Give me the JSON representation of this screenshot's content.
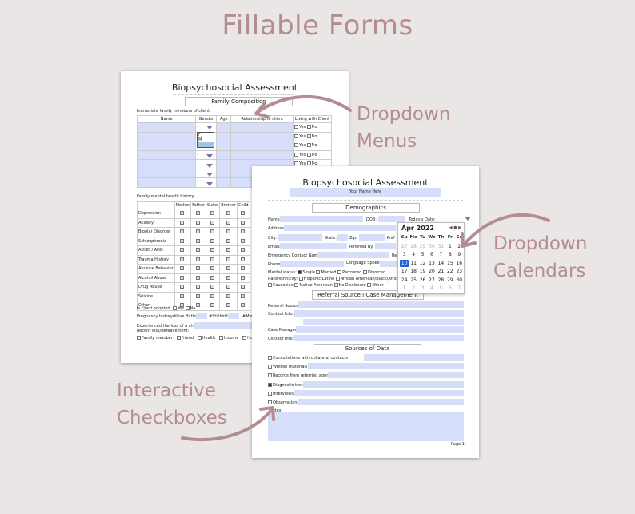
{
  "headline": "Fillable Forms",
  "callouts": {
    "dropdown_menus": [
      "Dropdown",
      "Menus"
    ],
    "dropdown_calendars": [
      "Dropdown",
      "Calendars"
    ],
    "interactive_checkboxes": [
      "Interactive",
      "Checkboxes"
    ]
  },
  "page1": {
    "title": "Biopsychosocial Assessment",
    "section": "Family Composition",
    "immediate_label": "Immediate family members of client:",
    "table_headers": [
      "Name",
      "Gender",
      "Age",
      "Relationship to client",
      "Living with Client"
    ],
    "gender_value": "-",
    "dropdown_options": [
      "F",
      "M",
      ""
    ],
    "yes": "Yes",
    "no": "No",
    "mental_label": "Family mental health history:",
    "mh_headers": [
      "Mother",
      "Father",
      "Sister",
      "Brother",
      "Child"
    ],
    "mh_rows": [
      "Depression",
      "Anxiety",
      "Bipolar Disorder",
      "Schizophrenia",
      "ADHD / ADD",
      "Trauma History",
      "Abusive Behavior",
      "Alcohol Abuse",
      "Drug Abuse",
      "Suicide",
      "Other"
    ],
    "adopted_label": "Is client adopted",
    "pregnancy_label": "Pregnancy history:",
    "live_births": "#Live Births",
    "stillbirths": "#Stillbirths",
    "misc": "#Misc",
    "loss_label": "Experienced the loss of a child:",
    "recent_loss": "Recent loss/bereavement:",
    "loss_options": [
      "Family member",
      "Friend",
      "Health",
      "Income",
      "Housing"
    ]
  },
  "page2": {
    "title": "Biopsychosocial Assessment",
    "name_here": "Your Name Here",
    "sec_demographics": "Demographics",
    "f_name": "Name:",
    "f_dob": "DOB:",
    "f_today": "Today's Date:",
    "f_address": "Address:",
    "f_city": "City:",
    "f_state": "State:",
    "f_zip": "Zip:",
    "f_pref": "Pref",
    "f_email": "Email:",
    "f_referred": "Referred By:",
    "f_emergency": "Emergency Contact Name:",
    "f_re": "Re",
    "f_phone": "Phone:",
    "f_language": "Language Spoken:",
    "marital_label": "Marital status:",
    "marital": [
      "Single",
      "Married",
      "Partnered",
      "Divorced"
    ],
    "race_label": "Race/ethnicity:",
    "race": [
      "Hispanic/Latino",
      "African American/Black/African/C"
    ],
    "race2": [
      "Caucasian",
      "Native American",
      "No Disclosure",
      "Other"
    ],
    "sec_referral": "Referral Source I Case Management",
    "f_referral_source": "Referral Source:",
    "f_contact_info": "Contact Info:",
    "f_case_manager": "Case Manager:",
    "f_contact_info2": "Contact Info:",
    "sec_sources": "Sources of Data",
    "sources": [
      "Consultations with collateral contacts",
      "Written materials",
      "Records from referring agency",
      "Diagnostic tests",
      "Interviews",
      "Observations"
    ],
    "sources_checked": [
      false,
      false,
      false,
      true,
      false,
      false
    ],
    "notes_label": "Notes:",
    "page_num": "Page 1"
  },
  "calendar": {
    "month": "Apr 2022",
    "nav": "◀ ● ▶",
    "dow": [
      "Su",
      "Mo",
      "Tu",
      "We",
      "Th",
      "Fr",
      "Sa"
    ],
    "weeks": [
      [
        "27",
        "28",
        "29",
        "30",
        "31",
        "1",
        "2"
      ],
      [
        "3",
        "4",
        "5",
        "6",
        "7",
        "8",
        "9"
      ],
      [
        "10",
        "11",
        "12",
        "13",
        "14",
        "15",
        "16"
      ],
      [
        "17",
        "18",
        "19",
        "20",
        "21",
        "22",
        "23"
      ],
      [
        "24",
        "25",
        "26",
        "27",
        "28",
        "29",
        "30"
      ],
      [
        "1",
        "2",
        "3",
        "4",
        "5",
        "6",
        "7"
      ]
    ],
    "selected": "10"
  },
  "colors": {
    "accent": "#b48d92",
    "field": "#d7defa",
    "selected_day": "#1c5fcf"
  }
}
